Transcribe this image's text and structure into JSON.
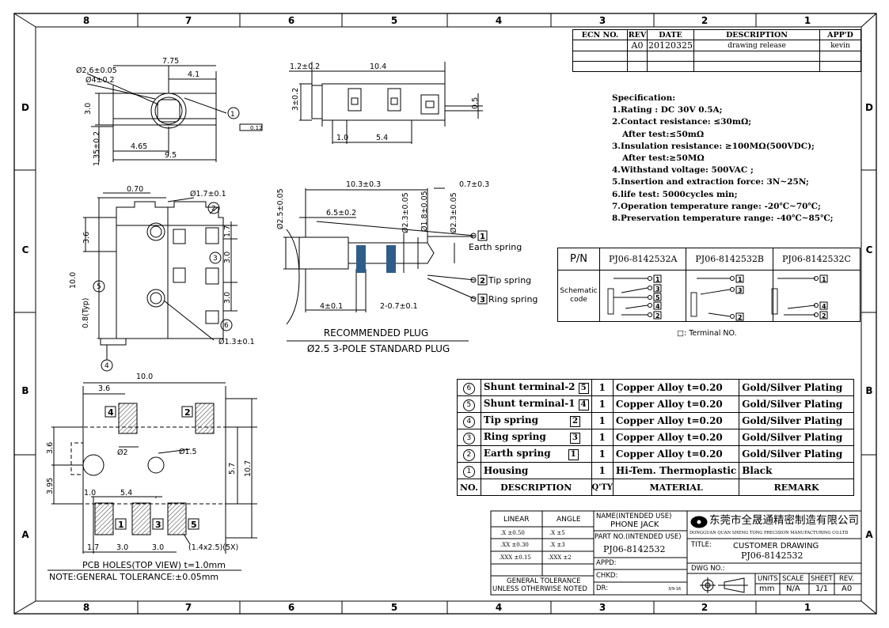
{
  "zones": {
    "cols": [
      "8",
      "7",
      "6",
      "5",
      "4",
      "3",
      "2",
      "1"
    ],
    "rows": [
      "D",
      "C",
      "B",
      "A"
    ]
  },
  "revision_table": {
    "headers": [
      "ECN NO.",
      "REV",
      "DATE",
      "DESCRIPTION",
      "APP'D"
    ],
    "row": {
      "ecn": "",
      "rev": "A0",
      "date": "20120325",
      "description": "drawing release",
      "appd": "kevin"
    }
  },
  "specification": {
    "title": "Specification:",
    "items": [
      "1.Rating : DC 30V 0.5A;",
      "2.Contact resistance: ≤30mΩ;",
      "   After test:≤50mΩ",
      "3.Insulation resistance: ≥100MΩ(500VDC);",
      "   After test:≥50MΩ",
      "4.Withstand voltage: 500VAC ;",
      "5.Insertion and extraction force: 3N~25N;",
      "6.life test: 5000cycles min;",
      "7.Operation temperature range: -20℃~70℃;",
      "8.Preservation temperature range: -40℃~85℃;"
    ]
  },
  "pn_table": {
    "header": "P/N",
    "part_numbers": [
      "PJ06-8142532A",
      "PJ06-8142532B",
      "PJ06-8142532C"
    ],
    "row_label": "Schematic code",
    "terminal_note": "□: Terminal NO."
  },
  "bom": {
    "rows": [
      {
        "no": "⑥",
        "description": "Shunt terminal-2",
        "term": "5",
        "qty": "1",
        "material": "Copper Alloy  t=0.20",
        "remark": "Gold/Silver Plating"
      },
      {
        "no": "⑤",
        "description": "Shunt terminal-1",
        "term": "4",
        "qty": "1",
        "material": "Copper Alloy  t=0.20",
        "remark": "Gold/Silver Plating"
      },
      {
        "no": "④",
        "description": "Tip spring",
        "term": "2",
        "qty": "1",
        "material": "Copper Alloy  t=0.20",
        "remark": "Gold/Silver Plating"
      },
      {
        "no": "③",
        "description": "Ring spring",
        "term": "3",
        "qty": "1",
        "material": "Copper Alloy  t=0.20",
        "remark": "Gold/Silver Plating"
      },
      {
        "no": "②",
        "description": "Earth spring",
        "term": "1",
        "qty": "1",
        "material": "Copper Alloy  t=0.20",
        "remark": "Gold/Silver Plating"
      },
      {
        "no": "①",
        "description": "Housing",
        "term": "",
        "qty": "1",
        "material": "Hi-Tem. Thermoplastic",
        "remark": "Black"
      }
    ],
    "header": {
      "no": "NO.",
      "description": "DESCRIPTION",
      "qty": "Q'TY",
      "material": "MATERIAL",
      "remark": "REMARK"
    }
  },
  "title_block": {
    "tolerance": {
      "linear": "LINEAR",
      "angle": "ANGLE",
      "rows": [
        [
          ".X  ±0.50",
          ".X   ±5"
        ],
        [
          ".XX  ±0.30",
          ".X   ±3"
        ],
        [
          ".XXX ±0.15",
          ".XXX  ±2"
        ]
      ],
      "general": "GENERAL TOLERANCE",
      "unless": "UNLESS OTHERWISE NOTED"
    },
    "name_label": "NAME(INTENDED USE)",
    "name_value": "PHONE JACK",
    "part_label": "PART NO.(INTENDED USE)",
    "part_value": "PJ06-8142532",
    "appd": "APPD:",
    "chkd": "CHKD:",
    "dr": "DR:",
    "dr_date": "3/9-16",
    "company_cn": "东莞市全晟通精密制造有限公司",
    "company_en": "DONGGUAN QUAN SHENG TONG PRECISION MANUFACTURING CO.LTD",
    "title_label": "TITLE:",
    "title_value": "CUSTOMER DRAWING",
    "title_pn": "PJ06-8142532",
    "dwg_no": "DWG NO.:",
    "units_label": "UNITS",
    "units": "mm",
    "scale_label": "SCALE",
    "scale": "N/A",
    "sheet_label": "SHEET",
    "sheet": "1/1",
    "rev_label": "REV.",
    "rev": "A0"
  },
  "notes": {
    "pcb": "PCB HOLES(TOP VIEW) t=1.0mm",
    "tolerance": "NOTE:GENERAL TOLERANCE:±0.05mm",
    "plug_title": "RECOMMENDED PLUG",
    "plug_sub": "Ø2.5 3-POLE STANDARD PLUG"
  },
  "plug_labels": {
    "earth": "Earth spring",
    "tip": "Tip spring",
    "ring": "Ring spring",
    "n1": "1",
    "n2": "2",
    "n3": "3"
  },
  "dims": {
    "top": [
      "7.75",
      "4.1",
      "Ø2.6±0.05",
      "Ø4±0.2",
      "3.0",
      "4.65",
      "9.5",
      "1.35±0.2",
      "0.12"
    ],
    "side": [
      "1.2±0.2",
      "10.4",
      "3±0.2",
      "0.5",
      "1.0",
      "5.4"
    ],
    "front": [
      "0.70",
      "Ø1.7±0.1",
      "3.6",
      "1.7",
      "3.0",
      "3.0",
      "10.0",
      "0.8(Typ)",
      "Ø1.3±0.1"
    ],
    "plug": [
      "10.3±0.3",
      "0.7±0.3",
      "6.5±0.2",
      "Ø2.5±0.05",
      "Ø2.3±0.05",
      "Ø1.8±0.05",
      "Ø2.3±0.05",
      "4±0.1",
      "2-0.7±0.1"
    ],
    "pcb": [
      "10.0",
      "3.6",
      "3.6",
      "Ø2",
      "Ø1.5",
      "5.7",
      "10.7",
      "3.95",
      "1.0",
      "5.4",
      "1.7",
      "3.0",
      "3.0",
      "(1.4x2.5)(5X)"
    ]
  },
  "callouts": [
    "1",
    "2",
    "3",
    "4",
    "5",
    "6"
  ],
  "pcb_terms": [
    "4",
    "2",
    "1",
    "3",
    "5"
  ],
  "colors": {
    "plug_band": "#2f5d8a"
  }
}
